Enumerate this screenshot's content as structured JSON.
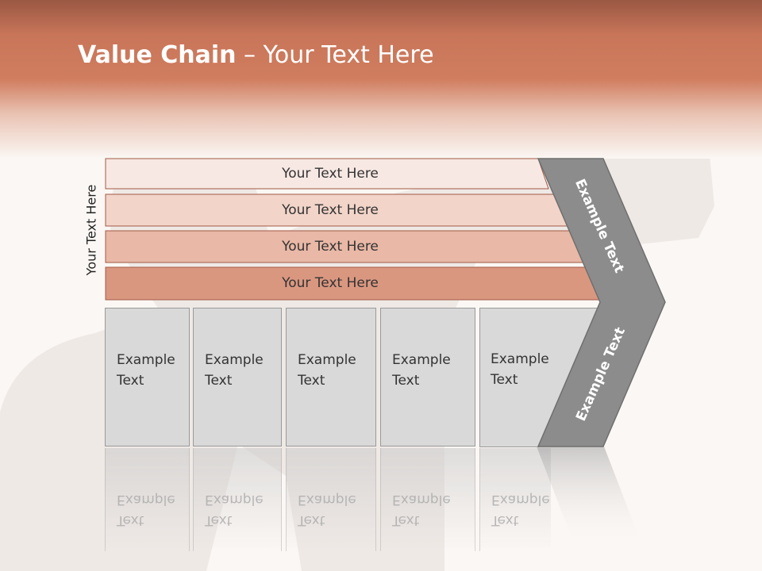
{
  "title": {
    "bold": "Value Chain",
    "rest": " – Your Text Here"
  },
  "side_label": "Your Text Here",
  "rows": [
    {
      "label": "Your Text Here",
      "color": "#f7e8e3"
    },
    {
      "label": "Your Text Here",
      "color": "#f2d4c9"
    },
    {
      "label": "Your Text Here",
      "color": "#e9b8a6"
    },
    {
      "label": "Your Text Here",
      "color": "#da9780"
    }
  ],
  "boxes": [
    {
      "line1": "Example",
      "line2": "Text"
    },
    {
      "line1": "Example",
      "line2": "Text"
    },
    {
      "line1": "Example",
      "line2": "Text"
    },
    {
      "line1": "Example",
      "line2": "Text"
    },
    {
      "line1": "Example",
      "line2": "Text"
    }
  ],
  "chevron": {
    "top_label": "Example Text",
    "bottom_label": "Example Text",
    "color": "#8c8c8c"
  },
  "colors": {
    "header": "#d07d5f",
    "box": "#d9d9d9"
  }
}
